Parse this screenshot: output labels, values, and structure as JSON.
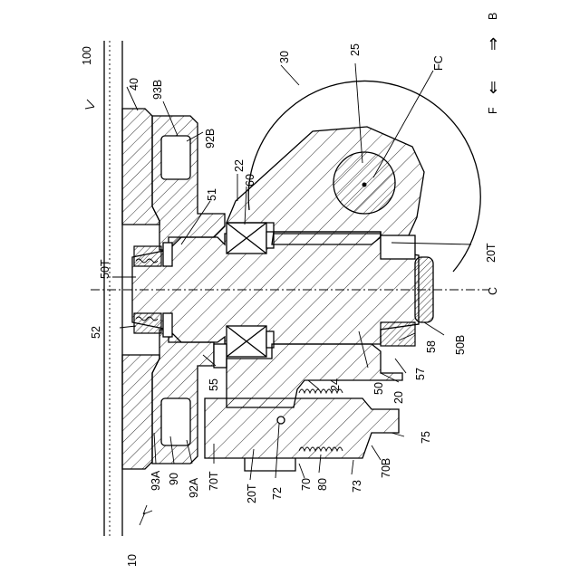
{
  "labels": {
    "l100": "100",
    "l40": "40",
    "l93B": "93B",
    "l92B": "92B",
    "l30": "30",
    "l25": "25",
    "lFC": "FC",
    "lB": "B",
    "lF": "F",
    "l22": "22",
    "l60": "60",
    "l51": "51",
    "l50T": "50T",
    "l20T_top": "20T",
    "lC": "C",
    "l52": "52",
    "l50B": "50B",
    "l58": "58",
    "l57": "57",
    "l20": "20",
    "l50": "50",
    "l24": "24",
    "l55": "55",
    "l75": "75",
    "l70B": "70B",
    "l73": "73",
    "l80": "80",
    "l70": "70",
    "l72": "72",
    "l20T_bottom": "20T",
    "l70T": "70T",
    "l92A": "92A",
    "l90": "90",
    "l93A": "93A",
    "l10": "10"
  },
  "arrows": {
    "right": "⇒",
    "left": "⇐"
  }
}
